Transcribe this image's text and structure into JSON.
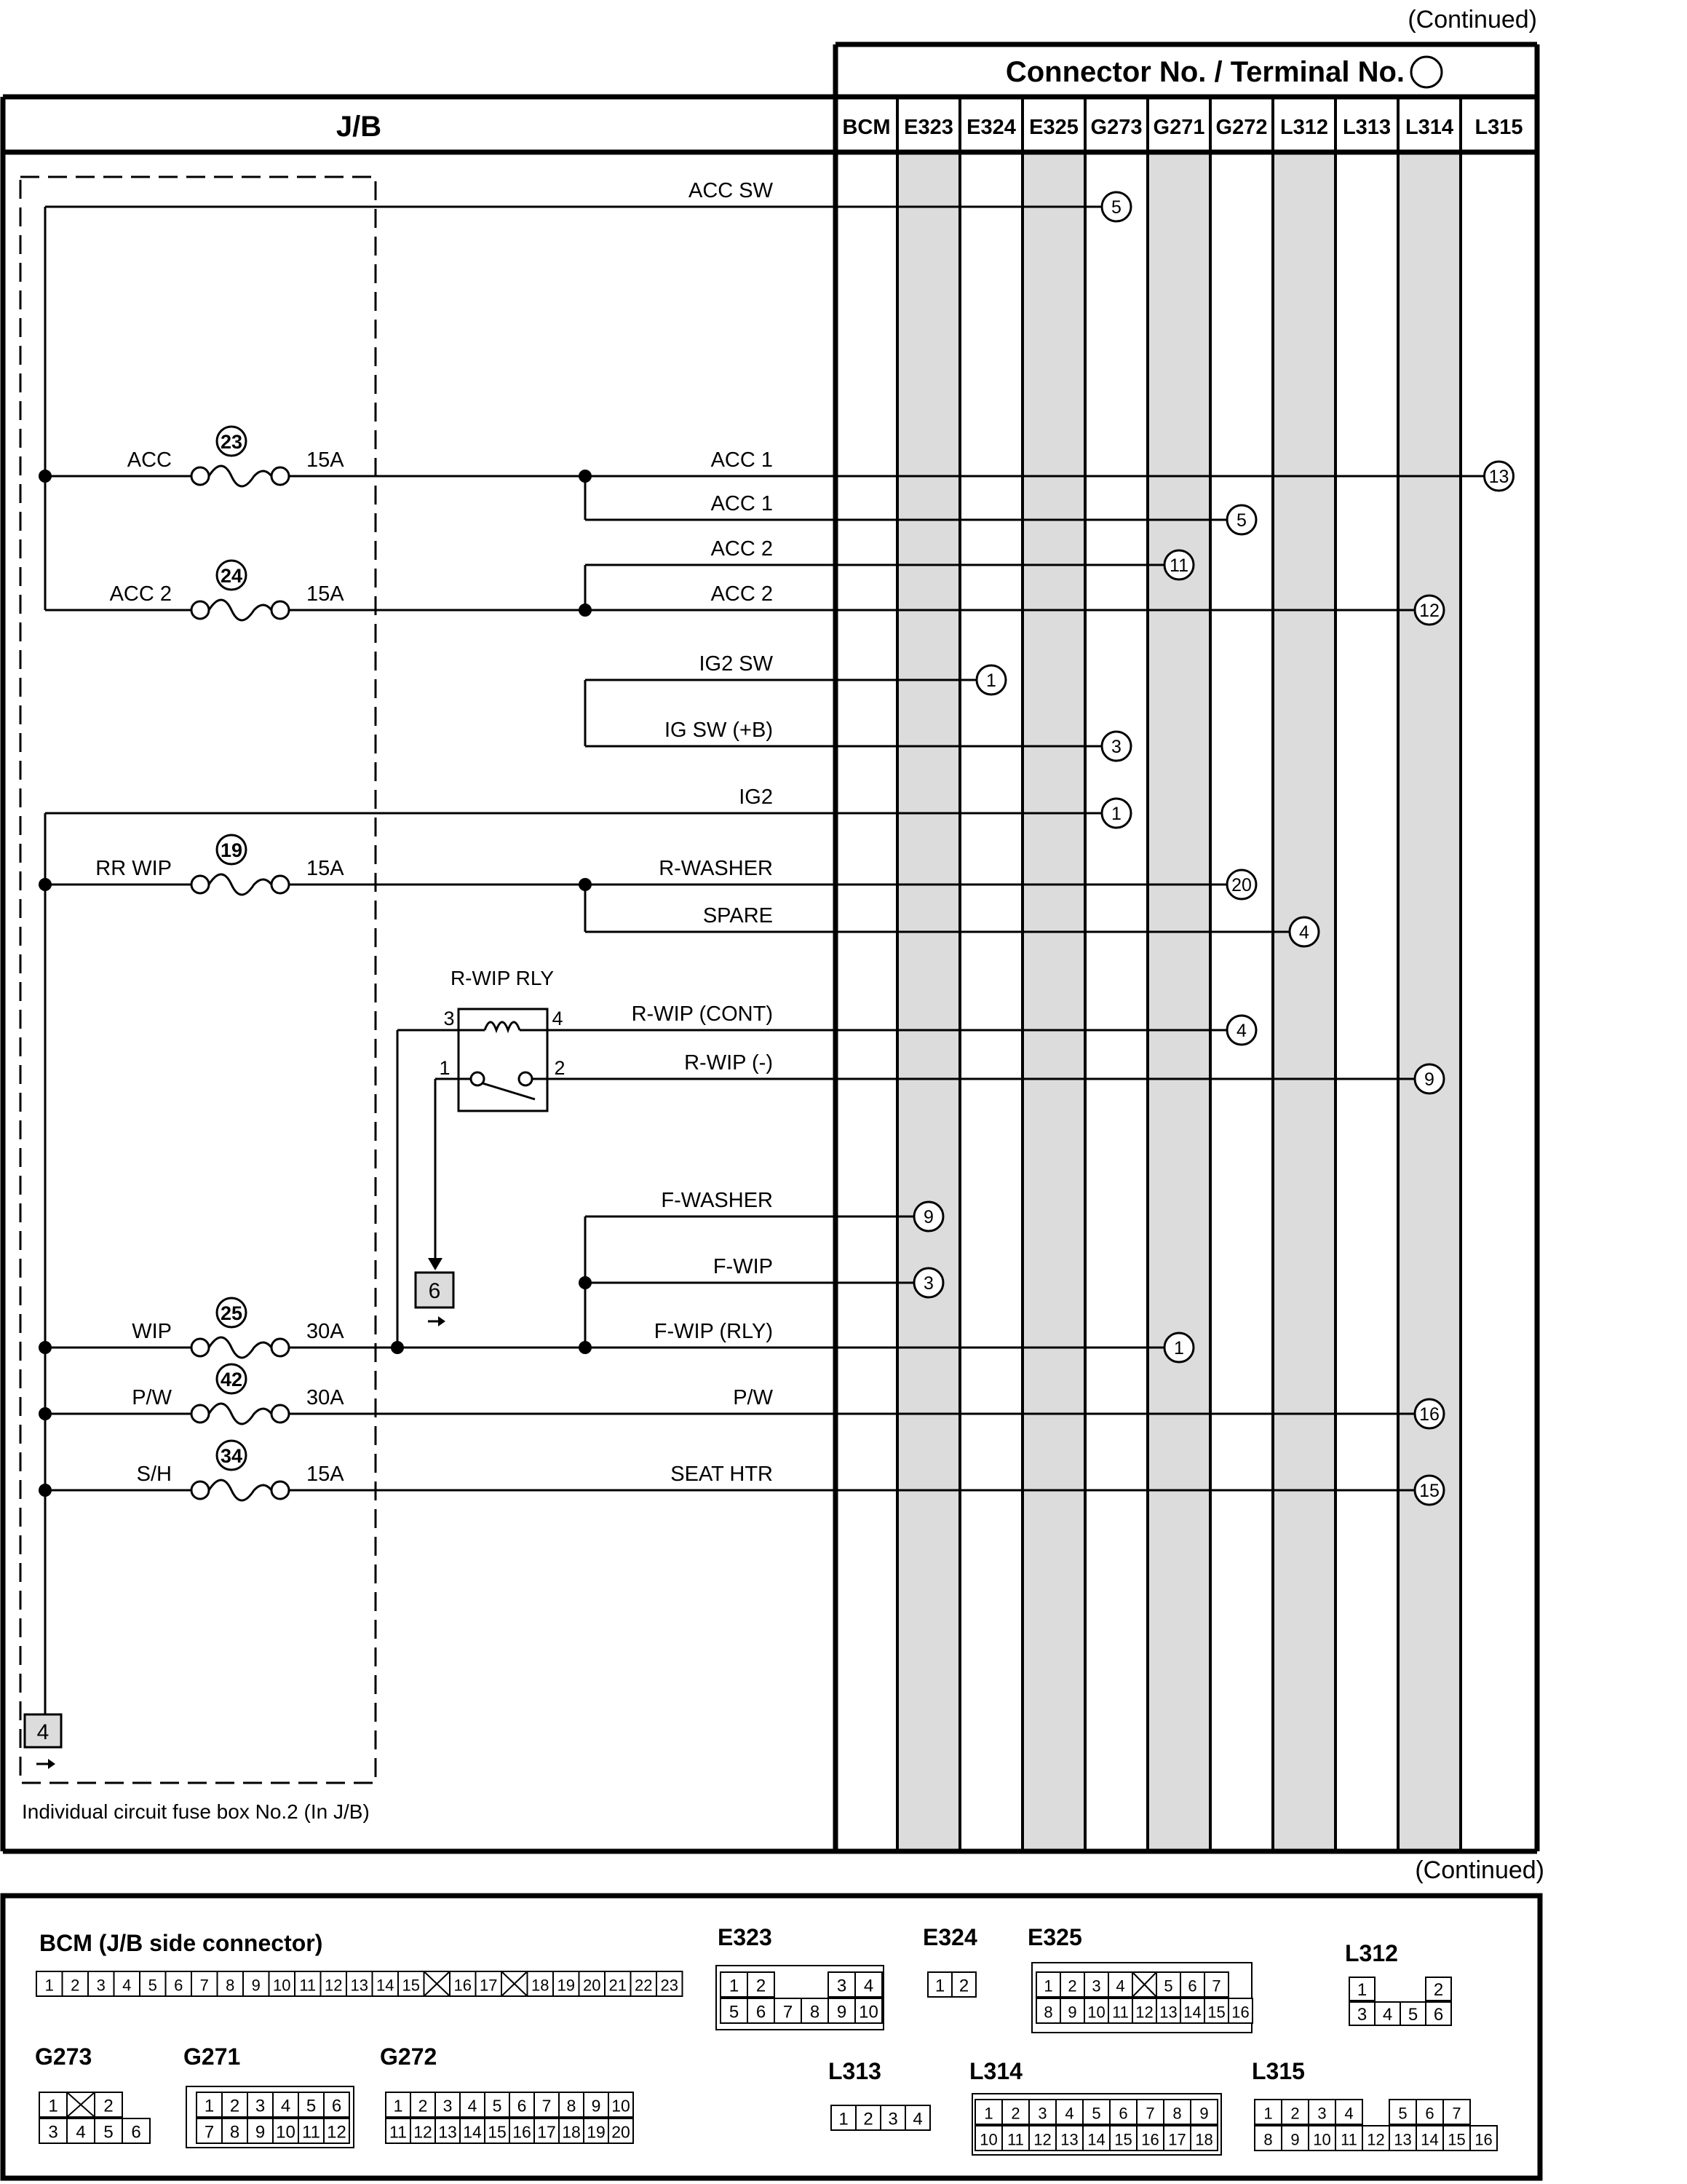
{
  "continued_top": "(Continued)",
  "continued_bottom": "(Continued)",
  "header": {
    "connector_title": "Connector No. / Terminal No.",
    "jb_title": "J/B",
    "columns": [
      "BCM",
      "E323",
      "E324",
      "E325",
      "G273",
      "G271",
      "G272",
      "L312",
      "L313",
      "L314",
      "L315"
    ]
  },
  "fuse_box_label": "Individual circuit fuse box No.2 (In J/B)",
  "fuses": [
    {
      "id": "23",
      "name": "ACC",
      "rating": "15A"
    },
    {
      "id": "24",
      "name": "ACC 2",
      "rating": "15A"
    },
    {
      "id": "19",
      "name": "RR WIP",
      "rating": "15A"
    },
    {
      "id": "25",
      "name": "WIP",
      "rating": "30A"
    },
    {
      "id": "42",
      "name": "P/W",
      "rating": "30A"
    },
    {
      "id": "34",
      "name": "S/H",
      "rating": "15A"
    }
  ],
  "relay": {
    "name": "R-WIP RLY",
    "pins": [
      "3",
      "4",
      "1",
      "2"
    ]
  },
  "refs": {
    "jb_ref": "4",
    "relay_ref": "6"
  },
  "circuits": [
    {
      "label": "ACC SW",
      "terminal": "5"
    },
    {
      "label": "ACC 1",
      "terminal": "13"
    },
    {
      "label": "ACC 1",
      "terminal": "5"
    },
    {
      "label": "ACC 2",
      "terminal": "11"
    },
    {
      "label": "ACC 2",
      "terminal": "12"
    },
    {
      "label": "IG2 SW",
      "terminal": "1"
    },
    {
      "label": "IG SW (+B)",
      "terminal": "3"
    },
    {
      "label": "IG2",
      "terminal": "1"
    },
    {
      "label": "R-WASHER",
      "terminal": "20"
    },
    {
      "label": "SPARE",
      "terminal": "4"
    },
    {
      "label": "R-WIP (CONT)",
      "terminal": "4"
    },
    {
      "label": "R-WIP (-)",
      "terminal": "9"
    },
    {
      "label": "F-WASHER",
      "terminal": "9"
    },
    {
      "label": "F-WIP",
      "terminal": "3"
    },
    {
      "label": "F-WIP (RLY)",
      "terminal": "1"
    },
    {
      "label": "P/W",
      "terminal": "16"
    },
    {
      "label": "SEAT HTR",
      "terminal": "15"
    }
  ],
  "connectors": {
    "bcm_title": "BCM (J/B side connector)",
    "bcm_cells": [
      "1",
      "2",
      "3",
      "4",
      "5",
      "6",
      "7",
      "8",
      "9",
      "10",
      "11",
      "12",
      "13",
      "14",
      "15",
      "X",
      "16",
      "17",
      "X",
      "18",
      "19",
      "20",
      "21",
      "22",
      "23"
    ],
    "e323": {
      "name": "E323",
      "row1": [
        "1",
        "2",
        "",
        "",
        "3",
        "4"
      ],
      "row2": [
        "5",
        "6",
        "7",
        "8",
        "9",
        "10"
      ]
    },
    "e324": {
      "name": "E324",
      "row1": [
        "1",
        "2"
      ]
    },
    "e325": {
      "name": "E325",
      "row1": [
        "1",
        "2",
        "3",
        "4",
        "X",
        "5",
        "6",
        "7"
      ],
      "row2": [
        "8",
        "9",
        "10",
        "11",
        "12",
        "13",
        "14",
        "15",
        "16"
      ]
    },
    "l312": {
      "name": "L312",
      "row1": [
        "1",
        "",
        "",
        "2"
      ],
      "row2": [
        "3",
        "4",
        "5",
        "6"
      ]
    },
    "g273": {
      "name": "G273",
      "row1": [
        "1",
        "X",
        "2"
      ],
      "row2": [
        "3",
        "4",
        "5",
        "6"
      ]
    },
    "g271": {
      "name": "G271",
      "row1": [
        "1",
        "2",
        "3",
        "4",
        "5",
        "6"
      ],
      "row2": [
        "7",
        "8",
        "9",
        "10",
        "11",
        "12"
      ]
    },
    "g272": {
      "name": "G272",
      "row1": [
        "1",
        "2",
        "3",
        "4",
        "5",
        "6",
        "7",
        "8",
        "9",
        "10"
      ],
      "row2": [
        "11",
        "12",
        "13",
        "14",
        "15",
        "16",
        "17",
        "18",
        "19",
        "20"
      ]
    },
    "l313": {
      "name": "L313",
      "row1": [
        "1",
        "2",
        "3",
        "4"
      ]
    },
    "l314": {
      "name": "L314",
      "row1": [
        "1",
        "2",
        "3",
        "4",
        "5",
        "6",
        "7",
        "8",
        "9"
      ],
      "row2": [
        "10",
        "11",
        "12",
        "13",
        "14",
        "15",
        "16",
        "17",
        "18"
      ]
    },
    "l315": {
      "name": "L315",
      "row1": [
        "1",
        "2",
        "3",
        "4",
        "",
        "5",
        "6",
        "7"
      ],
      "row2": [
        "8",
        "9",
        "10",
        "11",
        "12",
        "13",
        "14",
        "15",
        "16"
      ]
    }
  },
  "colors": {
    "shade": "#dcdcdc",
    "line": "#000000"
  }
}
